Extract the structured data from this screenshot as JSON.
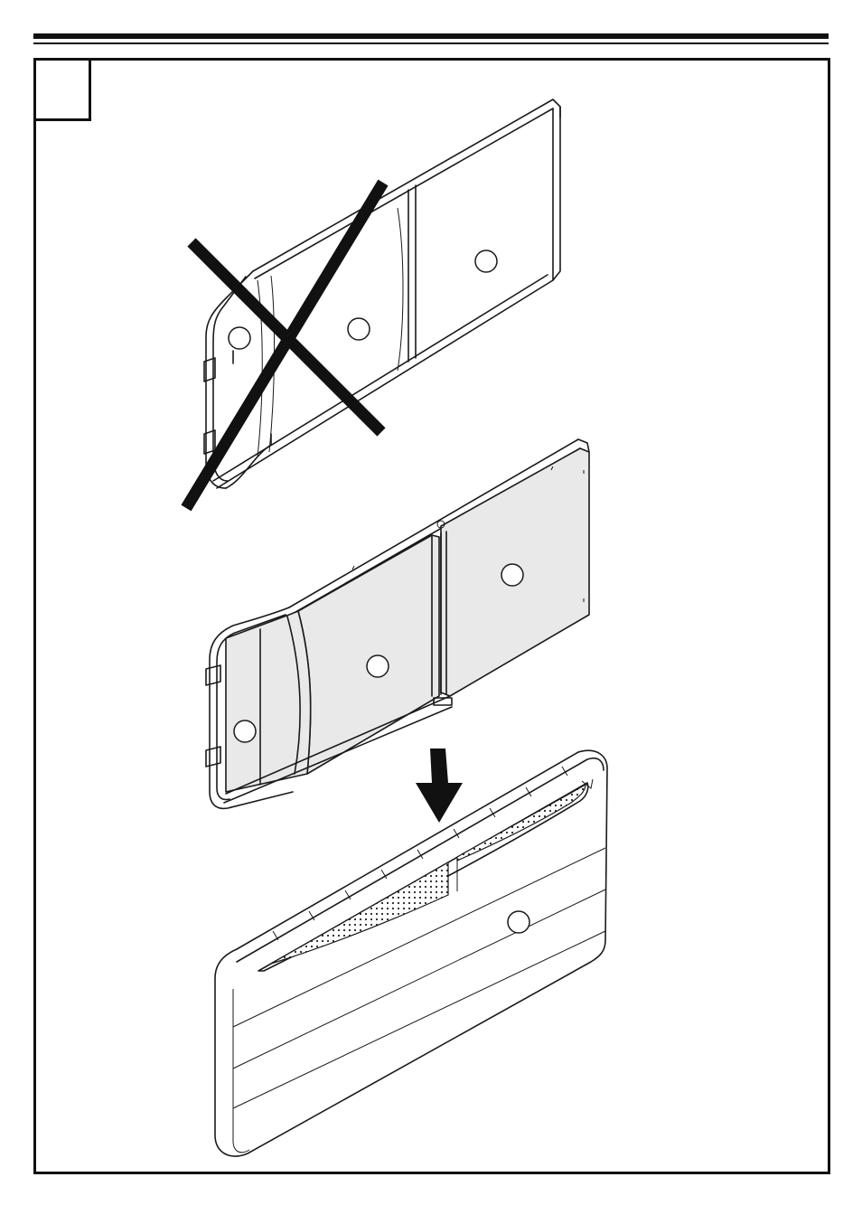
{
  "step": {
    "number": ""
  },
  "figures": [
    {
      "id": "wrong-orientation",
      "status": "incorrect",
      "marker": "cross",
      "callouts": [
        "",
        "",
        ""
      ]
    },
    {
      "id": "correct-orientation",
      "status": "correct",
      "callouts": [
        "",
        "",
        ""
      ]
    },
    {
      "id": "table-top",
      "callouts": [
        ""
      ]
    }
  ],
  "colors": {
    "line": "#1a1a1a",
    "panel_fill": "#e9e9e9",
    "cross": "#111111"
  }
}
